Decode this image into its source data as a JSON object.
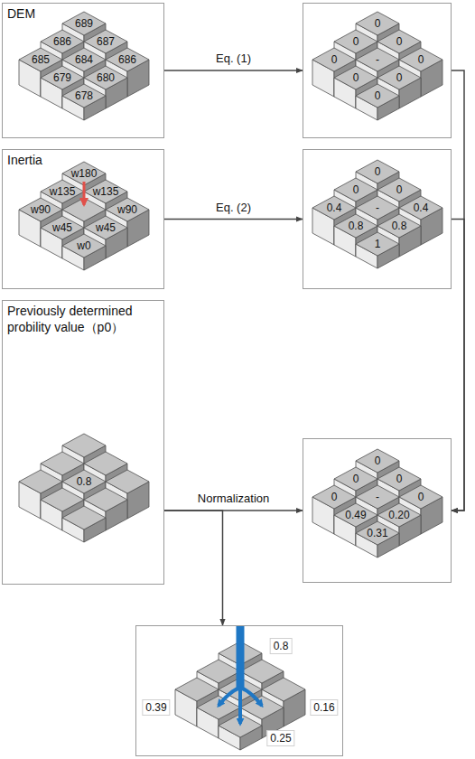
{
  "diagram": {
    "nodes": [
      {
        "text": [
          "DEM",
          "689",
          "686",
          "687",
          "685",
          "684",
          "686",
          "679",
          "680",
          "678"
        ]
      },
      {
        "text": [
          "0",
          "0",
          "0",
          "0",
          "-",
          "0",
          "0",
          "0",
          "0"
        ]
      },
      {
        "text": [
          "Inertia",
          "w180",
          "w135",
          "w135",
          "w90",
          "w90",
          "w45",
          "w45",
          "w0"
        ]
      },
      {
        "text": [
          "0",
          "0",
          "0",
          "0.4",
          "-",
          "0.4",
          "0.8",
          "0.8",
          "1"
        ]
      },
      {
        "text": [
          "Previously determined probility value（p0）",
          "0.8"
        ]
      },
      {
        "text": [
          "0",
          "0",
          "0",
          "0",
          "-",
          "0",
          "0.49",
          "0.20",
          "0.31"
        ]
      },
      {
        "text": [
          "0.8",
          "0.39",
          "0.16",
          "0.25"
        ]
      }
    ],
    "edges": [
      {
        "from": 0,
        "to": 1,
        "arrow": "to",
        "label": "Eq. (1)"
      },
      {
        "from": 2,
        "to": 3,
        "arrow": "to",
        "label": "Eq. (2)"
      },
      {
        "from": 4,
        "to": 5,
        "arrow": "to",
        "label": "Normalization"
      },
      {
        "from": 1,
        "to": 5,
        "arrow": "to"
      },
      {
        "from": 3,
        "to": 5,
        "arrow": "to"
      },
      {
        "from": 4,
        "to": 6,
        "arrow": "to"
      }
    ]
  }
}
